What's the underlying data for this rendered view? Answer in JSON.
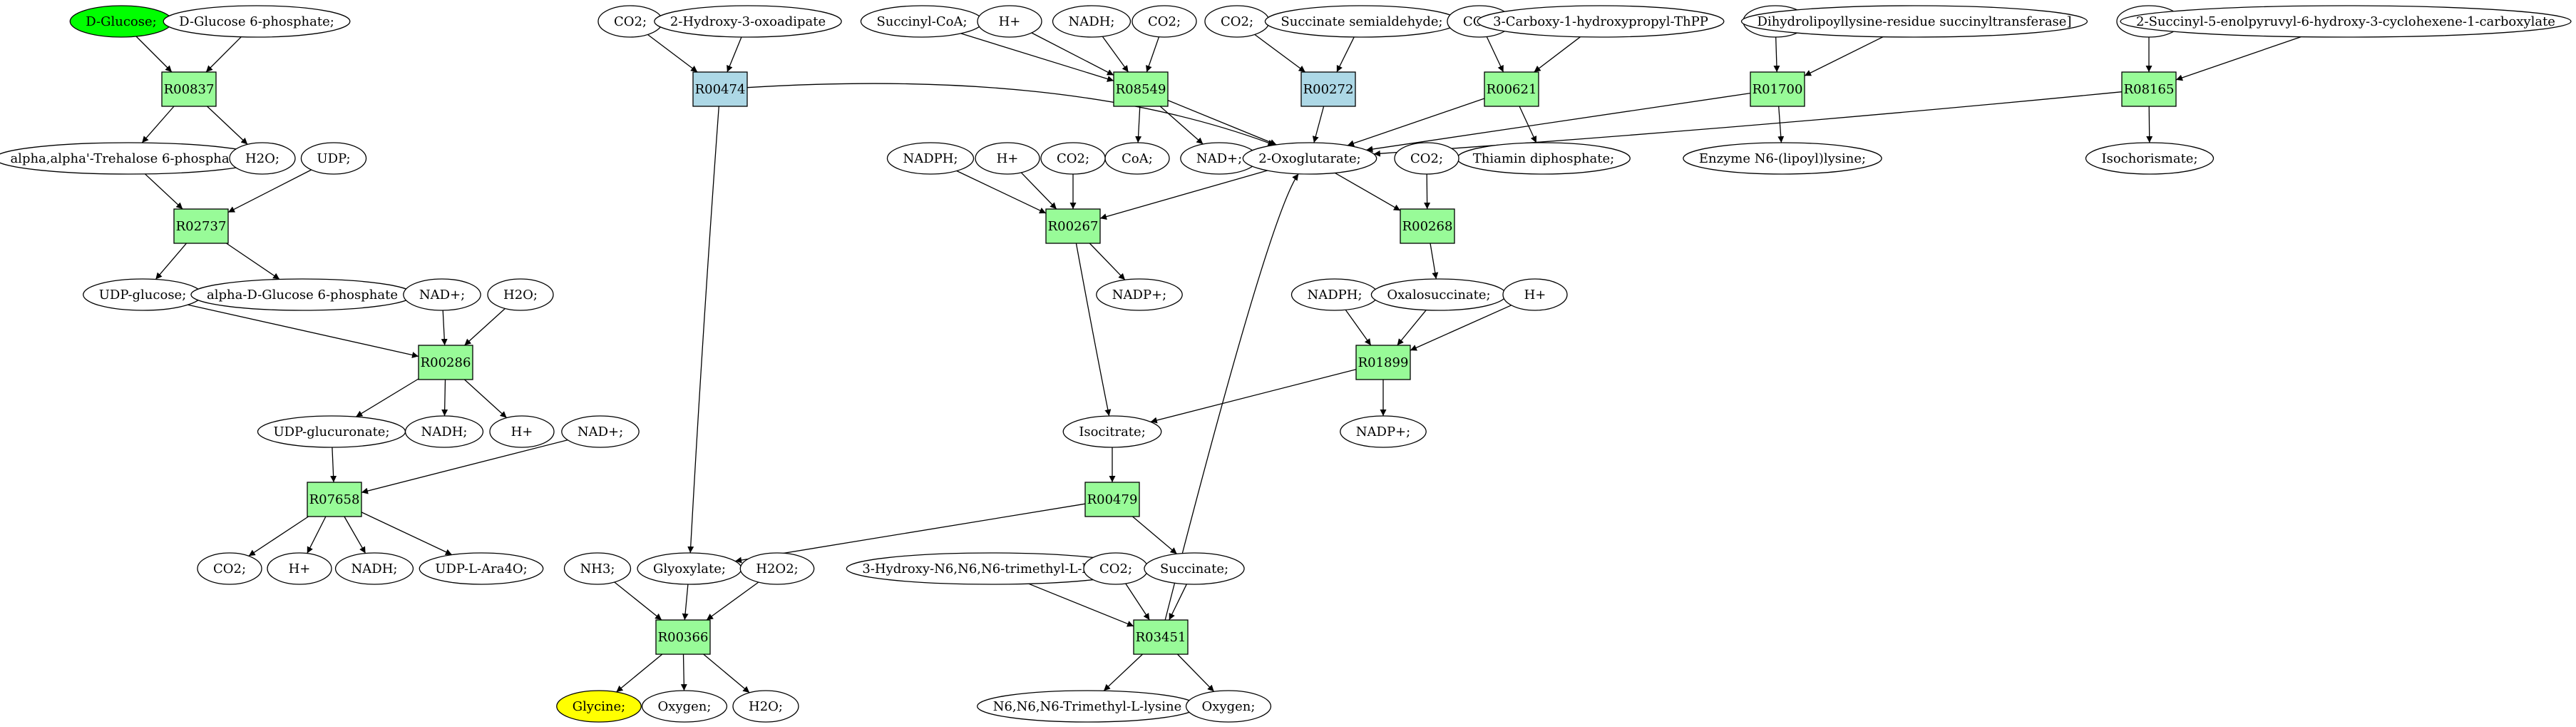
{
  "colors": {
    "reaction_green": "#98fb98",
    "reaction_blue": "#add8e6",
    "start_compound": "#00ff00",
    "end_compound": "#ffff00",
    "compound": "#ffffff",
    "line": "#000000"
  },
  "nodes": [
    {
      "id": "n_dglucose",
      "label": "D-Glucose;",
      "kind": "compound",
      "fill": "start_compound"
    },
    {
      "id": "n_dg6p",
      "label": "D-Glucose 6-phosphate;",
      "kind": "compound"
    },
    {
      "id": "R00837",
      "label": "R00837",
      "kind": "reaction",
      "fill": "reaction_green"
    },
    {
      "id": "n_trehalose6p",
      "label": "alpha,alpha'-Trehalose 6-phosphate;",
      "kind": "compound"
    },
    {
      "id": "n_h2o_a",
      "label": "H2O;",
      "kind": "compound"
    },
    {
      "id": "n_udp",
      "label": "UDP;",
      "kind": "compound"
    },
    {
      "id": "R02737",
      "label": "R02737",
      "kind": "reaction",
      "fill": "reaction_green"
    },
    {
      "id": "n_udpglucose",
      "label": "UDP-glucose;",
      "kind": "compound"
    },
    {
      "id": "n_adg6p",
      "label": "alpha-D-Glucose 6-phosphate",
      "kind": "compound"
    },
    {
      "id": "n_nad_a",
      "label": "NAD+;",
      "kind": "compound"
    },
    {
      "id": "n_h2o_b",
      "label": "H2O;",
      "kind": "compound"
    },
    {
      "id": "R00286",
      "label": "R00286",
      "kind": "reaction",
      "fill": "reaction_green"
    },
    {
      "id": "n_udpglucuronate",
      "label": "UDP-glucuronate;",
      "kind": "compound"
    },
    {
      "id": "n_nadh_a",
      "label": "NADH;",
      "kind": "compound"
    },
    {
      "id": "n_hplus_a",
      "label": "H+",
      "kind": "compound"
    },
    {
      "id": "n_nad_b",
      "label": "NAD+;",
      "kind": "compound"
    },
    {
      "id": "R07658",
      "label": "R07658",
      "kind": "reaction",
      "fill": "reaction_green"
    },
    {
      "id": "n_co2_a",
      "label": "CO2;",
      "kind": "compound"
    },
    {
      "id": "n_hplus_b",
      "label": "H+",
      "kind": "compound"
    },
    {
      "id": "n_nadh_b",
      "label": "NADH;",
      "kind": "compound"
    },
    {
      "id": "n_udpara4o",
      "label": "UDP-L-Ara4O;",
      "kind": "compound"
    },
    {
      "id": "n_co2_b",
      "label": "CO2;",
      "kind": "compound"
    },
    {
      "id": "n_hydroxyoxoadipate",
      "label": "2-Hydroxy-3-oxoadipate",
      "kind": "compound"
    },
    {
      "id": "R00474",
      "label": "R00474",
      "kind": "reaction",
      "fill": "reaction_blue"
    },
    {
      "id": "n_succinylcoa",
      "label": "Succinyl-CoA;",
      "kind": "compound"
    },
    {
      "id": "n_hplus_c",
      "label": "H+",
      "kind": "compound"
    },
    {
      "id": "n_nadh_c",
      "label": "NADH;",
      "kind": "compound"
    },
    {
      "id": "n_co2_c",
      "label": "CO2;",
      "kind": "compound"
    },
    {
      "id": "R08549",
      "label": "R08549",
      "kind": "reaction",
      "fill": "reaction_green"
    },
    {
      "id": "n_coa",
      "label": "CoA;",
      "kind": "compound"
    },
    {
      "id": "n_nad_c",
      "label": "NAD+;",
      "kind": "compound"
    },
    {
      "id": "n_co2_d",
      "label": "CO2;",
      "kind": "compound"
    },
    {
      "id": "n_succsemialdehyde",
      "label": "Succinate semialdehyde;",
      "kind": "compound"
    },
    {
      "id": "R00272",
      "label": "R00272",
      "kind": "reaction",
      "fill": "reaction_blue"
    },
    {
      "id": "n_co2_e",
      "label": "CO2;",
      "kind": "compound"
    },
    {
      "id": "n_carboxytpp",
      "label": "3-Carboxy-1-hydroxypropyl-ThPP",
      "kind": "compound"
    },
    {
      "id": "R00621",
      "label": "R00621",
      "kind": "reaction",
      "fill": "reaction_green"
    },
    {
      "id": "n_thiamin",
      "label": "Thiamin diphosphate;",
      "kind": "compound"
    },
    {
      "id": "n_co2_f",
      "label": "CO2;",
      "kind": "compound"
    },
    {
      "id": "n_dihydrolipoyl",
      "label": "Dihydrolipoyllysine-residue succinyltransferase]",
      "kind": "compound"
    },
    {
      "id": "R01700",
      "label": "R01700",
      "kind": "reaction",
      "fill": "reaction_green"
    },
    {
      "id": "n_enzymen6",
      "label": "Enzyme N6-(lipoyl)lysine;",
      "kind": "compound"
    },
    {
      "id": "n_co2_g",
      "label": "CO2;",
      "kind": "compound"
    },
    {
      "id": "n_succinylenol",
      "label": "2-Succinyl-5-enolpyruvyl-6-hydroxy-3-cyclohexene-1-carboxylate",
      "kind": "compound"
    },
    {
      "id": "R08165",
      "label": "R08165",
      "kind": "reaction",
      "fill": "reaction_green"
    },
    {
      "id": "n_isochorismate",
      "label": "Isochorismate;",
      "kind": "compound"
    },
    {
      "id": "n_oxoglutarate",
      "label": "2-Oxoglutarate;",
      "kind": "compound"
    },
    {
      "id": "n_nadph_a",
      "label": "NADPH;",
      "kind": "compound"
    },
    {
      "id": "n_hplus_d",
      "label": "H+",
      "kind": "compound"
    },
    {
      "id": "n_co2_h",
      "label": "CO2;",
      "kind": "compound"
    },
    {
      "id": "R00267",
      "label": "R00267",
      "kind": "reaction",
      "fill": "reaction_green"
    },
    {
      "id": "n_nadp_a",
      "label": "NADP+;",
      "kind": "compound"
    },
    {
      "id": "n_co2_i",
      "label": "CO2;",
      "kind": "compound"
    },
    {
      "id": "R00268",
      "label": "R00268",
      "kind": "reaction",
      "fill": "reaction_green"
    },
    {
      "id": "n_nadph_b",
      "label": "NADPH;",
      "kind": "compound"
    },
    {
      "id": "n_oxalosuccinate",
      "label": "Oxalosuccinate;",
      "kind": "compound"
    },
    {
      "id": "n_hplus_e",
      "label": "H+",
      "kind": "compound"
    },
    {
      "id": "R01899",
      "label": "R01899",
      "kind": "reaction",
      "fill": "reaction_green"
    },
    {
      "id": "n_nadp_b",
      "label": "NADP+;",
      "kind": "compound"
    },
    {
      "id": "n_isocitrate",
      "label": "Isocitrate;",
      "kind": "compound"
    },
    {
      "id": "R00479",
      "label": "R00479",
      "kind": "reaction",
      "fill": "reaction_green"
    },
    {
      "id": "n_nh3",
      "label": "NH3;",
      "kind": "compound"
    },
    {
      "id": "n_glyoxylate",
      "label": "Glyoxylate;",
      "kind": "compound"
    },
    {
      "id": "n_h2o2",
      "label": "H2O2;",
      "kind": "compound"
    },
    {
      "id": "R00366",
      "label": "R00366",
      "kind": "reaction",
      "fill": "reaction_green"
    },
    {
      "id": "n_glycine",
      "label": "Glycine;",
      "kind": "compound",
      "fill": "end_compound"
    },
    {
      "id": "n_oxygen_a",
      "label": "Oxygen;",
      "kind": "compound"
    },
    {
      "id": "n_h2o_c",
      "label": "H2O;",
      "kind": "compound"
    },
    {
      "id": "n_hydroxytml",
      "label": "3-Hydroxy-N6,N6,N6-trimethyl-L-lysine",
      "kind": "compound"
    },
    {
      "id": "n_co2_j",
      "label": "CO2;",
      "kind": "compound"
    },
    {
      "id": "n_succinate",
      "label": "Succinate;",
      "kind": "compound"
    },
    {
      "id": "R03451",
      "label": "R03451",
      "kind": "reaction",
      "fill": "reaction_green"
    },
    {
      "id": "n_trimethyllysine",
      "label": "N6,N6,N6-Trimethyl-L-lysine",
      "kind": "compound"
    },
    {
      "id": "n_oxygen_b",
      "label": "Oxygen;",
      "kind": "compound"
    }
  ],
  "edges": [
    {
      "from": "n_dglucose",
      "to": "R00837"
    },
    {
      "from": "n_dg6p",
      "to": "R00837"
    },
    {
      "from": "R00837",
      "to": "n_trehalose6p"
    },
    {
      "from": "R00837",
      "to": "n_h2o_a"
    },
    {
      "from": "n_trehalose6p",
      "to": "R02737"
    },
    {
      "from": "n_udp",
      "to": "R02737"
    },
    {
      "from": "R02737",
      "to": "n_udpglucose"
    },
    {
      "from": "R02737",
      "to": "n_adg6p"
    },
    {
      "from": "n_udpglucose",
      "to": "R00286"
    },
    {
      "from": "n_nad_a",
      "to": "R00286"
    },
    {
      "from": "n_h2o_b",
      "to": "R00286"
    },
    {
      "from": "R00286",
      "to": "n_udpglucuronate"
    },
    {
      "from": "R00286",
      "to": "n_nadh_a"
    },
    {
      "from": "R00286",
      "to": "n_hplus_a"
    },
    {
      "from": "n_udpglucuronate",
      "to": "R07658"
    },
    {
      "from": "n_nad_b",
      "to": "R07658"
    },
    {
      "from": "R07658",
      "to": "n_co2_a"
    },
    {
      "from": "R07658",
      "to": "n_hplus_b"
    },
    {
      "from": "R07658",
      "to": "n_nadh_b"
    },
    {
      "from": "R07658",
      "to": "n_udpara4o"
    },
    {
      "from": "n_co2_b",
      "to": "R00474"
    },
    {
      "from": "n_hydroxyoxoadipate",
      "to": "R00474"
    },
    {
      "from": "R00474",
      "to": "n_oxoglutarate"
    },
    {
      "from": "R00474",
      "to": "n_glyoxylate"
    },
    {
      "from": "n_succinylcoa",
      "to": "R08549"
    },
    {
      "from": "n_hplus_c",
      "to": "R08549"
    },
    {
      "from": "n_nadh_c",
      "to": "R08549"
    },
    {
      "from": "n_co2_c",
      "to": "R08549"
    },
    {
      "from": "R08549",
      "to": "n_coa"
    },
    {
      "from": "R08549",
      "to": "n_nad_c"
    },
    {
      "from": "R08549",
      "to": "n_oxoglutarate"
    },
    {
      "from": "n_co2_d",
      "to": "R00272"
    },
    {
      "from": "n_succsemialdehyde",
      "to": "R00272"
    },
    {
      "from": "R00272",
      "to": "n_oxoglutarate"
    },
    {
      "from": "n_co2_e",
      "to": "R00621"
    },
    {
      "from": "n_carboxytpp",
      "to": "R00621"
    },
    {
      "from": "R00621",
      "to": "n_oxoglutarate"
    },
    {
      "from": "R00621",
      "to": "n_thiamin"
    },
    {
      "from": "n_co2_f",
      "to": "R01700"
    },
    {
      "from": "n_dihydrolipoyl",
      "to": "R01700"
    },
    {
      "from": "R01700",
      "to": "n_oxoglutarate"
    },
    {
      "from": "R01700",
      "to": "n_enzymen6"
    },
    {
      "from": "n_co2_g",
      "to": "R08165"
    },
    {
      "from": "n_succinylenol",
      "to": "R08165"
    },
    {
      "from": "R08165",
      "to": "n_oxoglutarate"
    },
    {
      "from": "R08165",
      "to": "n_isochorismate"
    },
    {
      "from": "n_nadph_a",
      "to": "R00267"
    },
    {
      "from": "n_hplus_d",
      "to": "R00267"
    },
    {
      "from": "n_co2_h",
      "to": "R00267"
    },
    {
      "from": "n_oxoglutarate",
      "to": "R00267"
    },
    {
      "from": "R00267",
      "to": "n_nadp_a"
    },
    {
      "from": "R00267",
      "to": "n_isocitrate"
    },
    {
      "from": "n_oxoglutarate",
      "to": "R00268"
    },
    {
      "from": "n_co2_i",
      "to": "R00268"
    },
    {
      "from": "R00268",
      "to": "n_oxalosuccinate"
    },
    {
      "from": "n_nadph_b",
      "to": "R01899"
    },
    {
      "from": "n_oxalosuccinate",
      "to": "R01899"
    },
    {
      "from": "n_hplus_e",
      "to": "R01899"
    },
    {
      "from": "R01899",
      "to": "n_nadp_b"
    },
    {
      "from": "R01899",
      "to": "n_isocitrate"
    },
    {
      "from": "n_isocitrate",
      "to": "R00479"
    },
    {
      "from": "R00479",
      "to": "n_glyoxylate"
    },
    {
      "from": "R00479",
      "to": "n_succinate"
    },
    {
      "from": "n_nh3",
      "to": "R00366"
    },
    {
      "from": "n_glyoxylate",
      "to": "R00366"
    },
    {
      "from": "n_h2o2",
      "to": "R00366"
    },
    {
      "from": "R00366",
      "to": "n_glycine"
    },
    {
      "from": "R00366",
      "to": "n_oxygen_a"
    },
    {
      "from": "R00366",
      "to": "n_h2o_c"
    },
    {
      "from": "n_hydroxytml",
      "to": "R03451"
    },
    {
      "from": "n_co2_j",
      "to": "R03451"
    },
    {
      "from": "n_succinate",
      "to": "R03451"
    },
    {
      "from": "R03451",
      "to": "n_trimethyllysine"
    },
    {
      "from": "R03451",
      "to": "n_oxygen_b"
    },
    {
      "from": "R03451",
      "to": "n_oxoglutarate"
    }
  ]
}
